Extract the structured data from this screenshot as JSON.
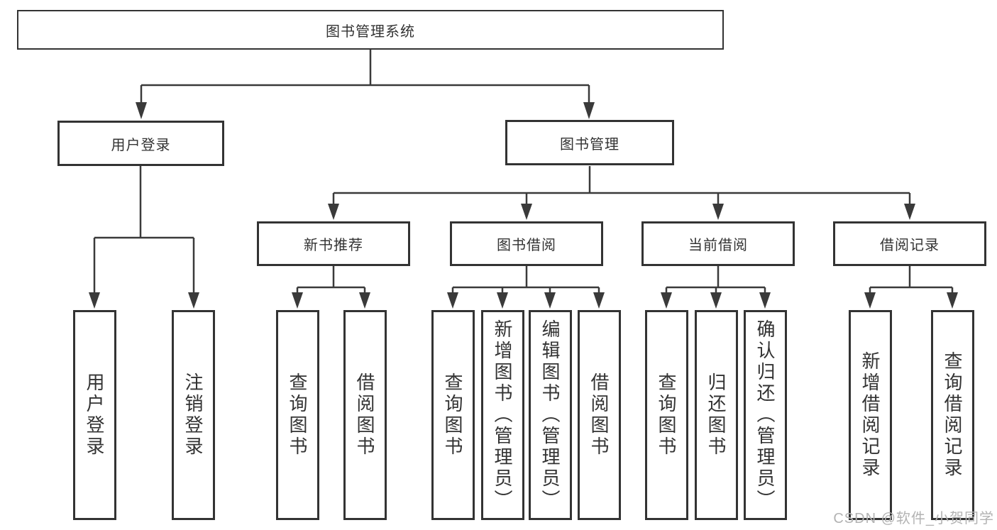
{
  "diagram": {
    "type": "hierarchy-tree",
    "root": {
      "label": "图书管理系统"
    },
    "level2": [
      {
        "label": "用户登录"
      },
      {
        "label": "图书管理"
      }
    ],
    "level3": [
      {
        "label": "新书推荐",
        "parent": "图书管理"
      },
      {
        "label": "图书借阅",
        "parent": "图书管理"
      },
      {
        "label": "当前借阅",
        "parent": "图书管理"
      },
      {
        "label": "借阅记录",
        "parent": "图书管理"
      }
    ],
    "leaves": [
      {
        "label": "用户登录",
        "parent": "用户登录"
      },
      {
        "label": "注销登录",
        "parent": "用户登录"
      },
      {
        "label": "查询图书",
        "parent": "新书推荐"
      },
      {
        "label": "借阅图书",
        "parent": "新书推荐"
      },
      {
        "label": "查询图书",
        "parent": "图书借阅"
      },
      {
        "label": "新增图书（管理员）",
        "parent": "图书借阅"
      },
      {
        "label": "编辑图书（管理员）",
        "parent": "图书借阅"
      },
      {
        "label": "借阅图书",
        "parent": "图书借阅"
      },
      {
        "label": "查询图书",
        "parent": "当前借阅"
      },
      {
        "label": "归还图书",
        "parent": "当前借阅"
      },
      {
        "label": "确认归还（管理员）",
        "parent": "当前借阅"
      },
      {
        "label": "新增借阅记录",
        "parent": "借阅记录"
      },
      {
        "label": "查询借阅记录",
        "parent": "借阅记录"
      }
    ],
    "colors": {
      "line": "#3a3a3a",
      "box_border": "#333333",
      "text": "#333333",
      "background": "#ffffff"
    }
  },
  "watermark": {
    "text": "CSDN @软件_小贺同学",
    "color": "#b3b3b3"
  }
}
